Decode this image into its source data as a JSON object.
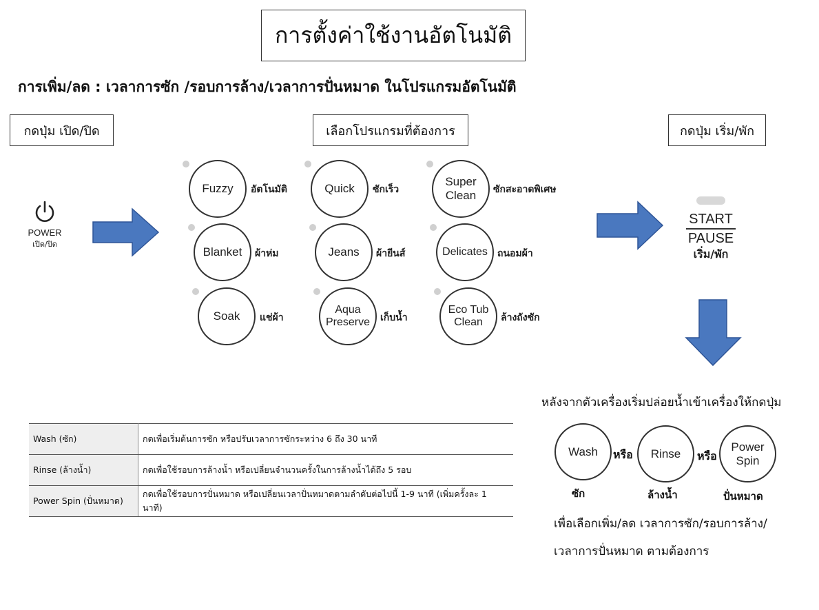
{
  "title": "การตั้งค่าใช้งานอัตโนมัติ",
  "subtitle": "การเพิ่ม/ลด : เวลาการซัก /รอบการล้าง/เวลาการปั่นหมาด ในโปรแกรมอัตโนมัติ",
  "steps": {
    "step1": "กดปุ่ม เปิด/ปิด",
    "step2": "เลือกโปรแกรมที่ต้องการ",
    "step3": "กดปุ่ม เริ่ม/พัก"
  },
  "power": {
    "label": "POWER",
    "thai": "เปิด/ปิด",
    "icon": "power-icon"
  },
  "programs": [
    {
      "name": "Fuzzy",
      "thai": "อัตโนมัติ"
    },
    {
      "name": "Quick",
      "thai": "ซักเร็ว"
    },
    {
      "name": "Super Clean",
      "thai": "ซักสะอาดพิเศษ"
    },
    {
      "name": "Blanket",
      "thai": "ผ้าห่ม"
    },
    {
      "name": "Jeans",
      "thai": "ผ้ายีนส์"
    },
    {
      "name": "Delicates",
      "thai": "ถนอมผ้า"
    },
    {
      "name": "Soak",
      "thai": "แช่ผ้า"
    },
    {
      "name": "Aqua Preserve",
      "thai": "เก็บน้ำ"
    },
    {
      "name": "Eco Tub Clean",
      "thai": "ล้างถังซัก"
    }
  ],
  "start_pause": {
    "start": "START",
    "pause": "PAUSE",
    "thai": "เริ่ม/พัก"
  },
  "table": [
    {
      "key": "Wash (ซัก)",
      "desc": "กดเพื่อเริ่มต้นการซัก หรือปรับเวลาการซักระหว่าง 6 ถึง 30 นาที"
    },
    {
      "key": "Rinse (ล้างน้ำ)",
      "desc": "กดเพื่อใช้รอบการล้างน้ำ หรือเปลี่ยนจำนวนครั้งในการล้างน้ำได้ถึง 5 รอบ"
    },
    {
      "key": "Power Spin (ปั่นหมาด)",
      "desc": "กดเพื่อใช้รอบการปั่นหมาด หรือเปลี่ยนเวลาปั่นหมาดตามลำดับต่อไปนี้ 1-9 นาที (เพิ่มครั้งละ 1 นาที)"
    }
  ],
  "after_start": {
    "instruction": "หลังจากตัวเครื่องเริ่มปล่อยน้ำเข้าเครื่องให้กดปุ่ม",
    "or": "หรือ",
    "buttons": [
      {
        "name": "Wash",
        "thai": "ซัก"
      },
      {
        "name": "Rinse",
        "thai": "ล้างน้ำ"
      },
      {
        "name": "Power Spin",
        "thai": "ปั่นหมาด"
      }
    ],
    "note_line1": "เพื่อเลือกเพิ่ม/ลด เวลาการซัก/รอบการล้าง/",
    "note_line2": "เวลาการปั่นหมาด ตามต้องการ"
  },
  "colors": {
    "arrow_fill": "#4a78bf",
    "arrow_stroke": "#2f5597",
    "table_key_bg": "#eeeeee"
  }
}
